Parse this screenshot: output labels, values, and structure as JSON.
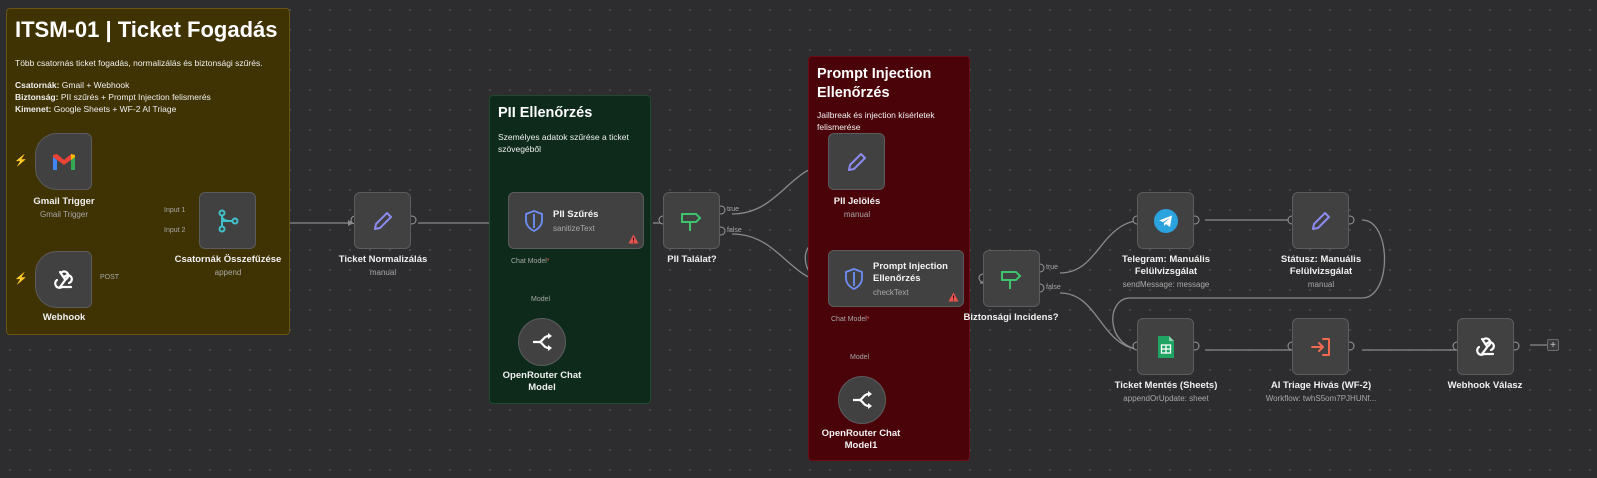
{
  "sticky_main": {
    "title": "ITSM-01 | Ticket Fogadás",
    "desc": "Több csatornás ticket fogadás, normalizálás és biztonsági szűrés.",
    "l1_k": "Csatornák:",
    "l1_v": " Gmail + Webhook",
    "l2_k": "Biztonság:",
    "l2_v": " PII szűrés + Prompt Injection felismerés",
    "l3_k": "Kimenet:",
    "l3_v": " Google Sheets + WF-2 AI Triage"
  },
  "sticky_pii": {
    "title": "PII Ellenőrzés",
    "desc": "Személyes adatok szűrése a ticket szövegéből"
  },
  "sticky_pi": {
    "title": "Prompt Injection Ellenőrzés",
    "desc": "Jailbreak és injection kísérletek felismerése"
  },
  "nodes": {
    "gmail": {
      "title": "Gmail Trigger",
      "sub": "Gmail Trigger",
      "icon": "gmail-icon"
    },
    "webhook": {
      "title": "Webhook",
      "icon": "webhook-icon"
    },
    "merge": {
      "title": "Csatornák Összefűzése",
      "sub": "append",
      "icon": "merge-icon"
    },
    "normalize": {
      "title": "Ticket Normalizálás",
      "sub": "manual",
      "icon": "pencil-icon"
    },
    "pii": {
      "title": "PII Szűrés",
      "sub": "sanitizeText",
      "icon": "shield-icon"
    },
    "openrouter1": {
      "title": "OpenRouter Chat Model",
      "icon": "openrouter-icon"
    },
    "pii_found": {
      "title": "PII Találat?",
      "icon": "if-icon"
    },
    "pii_mark": {
      "title": "PII Jelölés",
      "sub": "manual",
      "icon": "pencil-icon"
    },
    "pi_check": {
      "title": "Prompt Injection Ellenőrzés",
      "sub": "checkText",
      "icon": "shield-icon"
    },
    "openrouter2": {
      "title": "OpenRouter Chat Model1",
      "icon": "openrouter-icon"
    },
    "sec_incident": {
      "title": "Biztonsági Incidens?",
      "icon": "if-icon"
    },
    "telegram": {
      "title": "Telegram: Manuális Felülvizsgálat",
      "sub": "sendMessage: message",
      "icon": "telegram-icon"
    },
    "status": {
      "title": "Státusz: Manuális Felülvizsgálat",
      "sub": "manual",
      "icon": "pencil-icon"
    },
    "sheets": {
      "title": "Ticket Mentés (Sheets)",
      "sub": "appendOrUpdate: sheet",
      "icon": "sheets-icon"
    },
    "triage": {
      "title": "AI Triage Hívás (WF-2)",
      "sub": "Workflow: twhS5om7PJHUNf...",
      "icon": "execute-workflow-icon"
    },
    "webhook_resp": {
      "title": "Webhook Válasz",
      "icon": "webhook-icon"
    }
  },
  "edge_labels": {
    "input1": "Input 1",
    "input2": "Input 2",
    "post": "POST",
    "true": "true",
    "false": "false",
    "chat_model": "Chat Model",
    "model": "Model"
  },
  "colors": {
    "sticky_yellow": "#3f3203",
    "sticky_green": "#0d2a1a",
    "sticky_red": "#4a0309",
    "node_bg": "#414142",
    "edge": "#8a8a8c",
    "trigger_bolt": "#e8554e"
  }
}
